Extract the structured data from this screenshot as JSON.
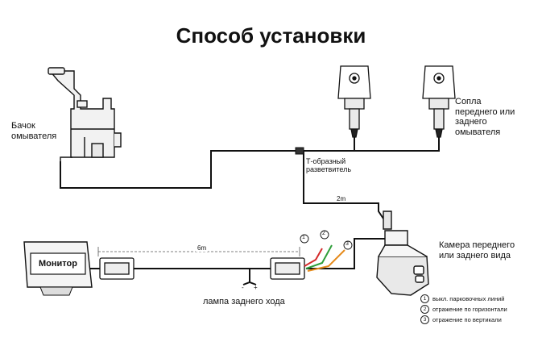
{
  "title": "Способ установки",
  "labels": {
    "tank": "Бачок омывателя",
    "nozzles": "Сопла переднего или заднего омывателя",
    "tee": "Т-образный разветвитель",
    "length_2m": "2m",
    "length_6m": "6m",
    "monitor": "Монитор",
    "reverse_lamp": "лампа заднего хода",
    "camera": "Камера переднего или заднего вида",
    "wire_marks": [
      "1",
      "2",
      "3"
    ]
  },
  "legend": [
    {
      "num": "1",
      "text": "выкл. парковочных линий"
    },
    {
      "num": "2",
      "text": "отражение по горизонтали"
    },
    {
      "num": "3",
      "text": "отражение по вертикали"
    }
  ],
  "colors": {
    "line": "#111111",
    "tank_fill": "#f2f2f2",
    "monitor_fill": "#f4f4f4",
    "wire_red": "#d42a2a",
    "wire_green": "#2f9e3a",
    "wire_orange": "#e58a1a"
  }
}
